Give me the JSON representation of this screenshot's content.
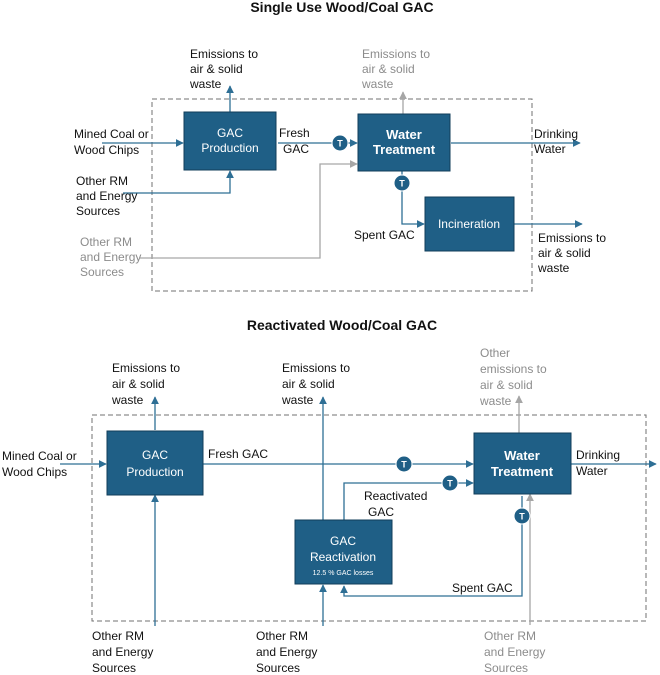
{
  "top": {
    "title": "Single Use Wood/Coal GAC",
    "gac_production": [
      "GAC",
      "Production"
    ],
    "water_treatment": [
      "Water",
      "Treatment"
    ],
    "incineration": "Incineration",
    "emissions_production": [
      "Emissions to",
      "air & solid",
      "waste"
    ],
    "emissions_treatment": [
      "Emissions to",
      "air & solid",
      "waste"
    ],
    "emissions_incineration": [
      "Emissions to",
      "air & solid",
      "waste"
    ],
    "mined_coal": [
      "Mined Coal or",
      "Wood Chips"
    ],
    "other_rm": [
      "Other RM",
      "and Energy",
      "Sources"
    ],
    "other_rm_gray": [
      "Other RM",
      "and Energy",
      "Sources"
    ],
    "fresh_gac": [
      "Fresh",
      "GAC"
    ],
    "drinking_water": [
      "Drinking",
      "Water"
    ],
    "spent_gac": "Spent GAC",
    "t_symbol": "T"
  },
  "bottom": {
    "title": "Reactivated Wood/Coal GAC",
    "gac_production": [
      "GAC",
      "Production"
    ],
    "water_treatment": [
      "Water",
      "Treatment"
    ],
    "gac_reactivation": [
      "GAC",
      "Reactivation"
    ],
    "reactivation_losses": "12.5 % GAC losses",
    "emissions_production": [
      "Emissions to",
      "air & solid",
      "waste"
    ],
    "emissions_reactivation": [
      "Emissions to",
      "air & solid",
      "waste"
    ],
    "other_emissions": [
      "Other",
      "emissions to",
      "air & solid",
      "waste"
    ],
    "mined_coal": [
      "Mined Coal or",
      "Wood Chips"
    ],
    "fresh_gac": "Fresh GAC",
    "drinking_water": [
      "Drinking",
      "Water"
    ],
    "reactivated_gac": [
      "Reactivated",
      "GAC"
    ],
    "spent_gac": "Spent GAC",
    "other_rm_1": [
      "Other RM",
      "and Energy",
      "Sources"
    ],
    "other_rm_2": [
      "Other RM",
      "and Energy",
      "Sources"
    ],
    "other_rm_3": [
      "Other RM",
      "and Energy",
      "Sources"
    ],
    "t_symbol": "T"
  },
  "colors": {
    "box": "#1f5f86",
    "flow": "#2e6f95",
    "gray_flow": "#a6a6a6",
    "gray_text": "#8c8c8c"
  }
}
